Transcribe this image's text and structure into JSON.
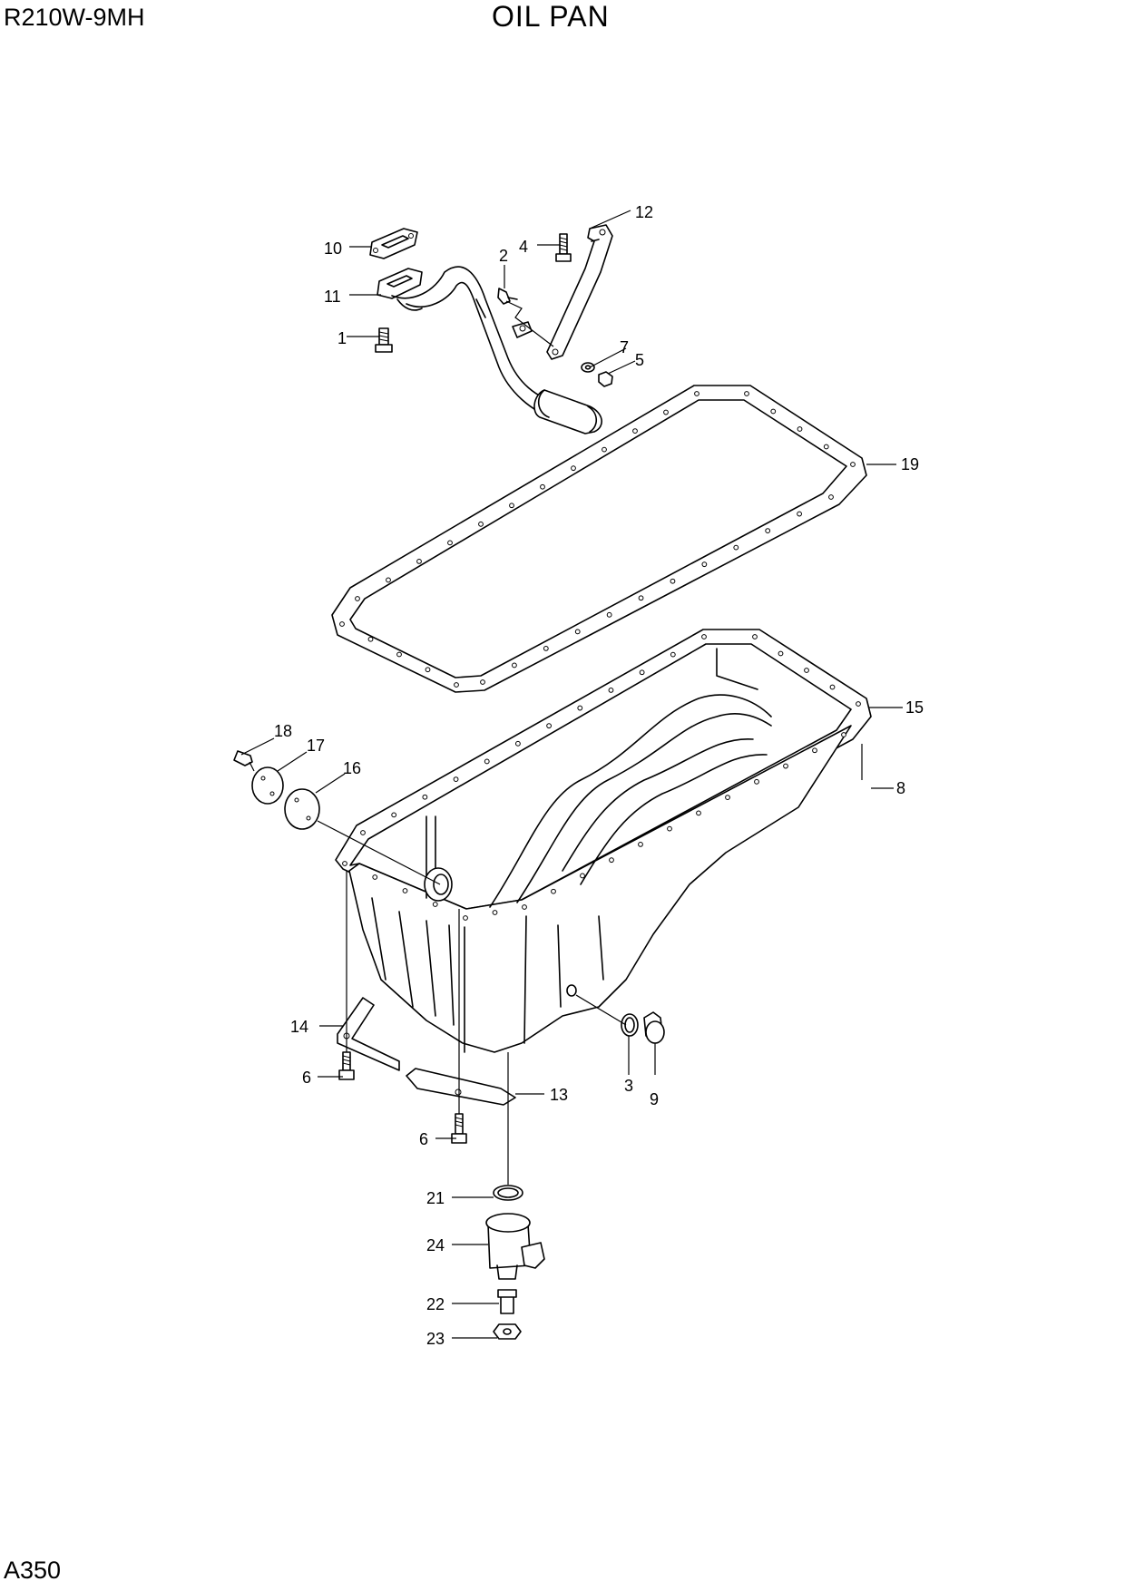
{
  "header": {
    "model": "R210W-9MH",
    "title": "OIL PAN"
  },
  "footer": {
    "page_code": "A350"
  },
  "callouts": [
    "1",
    "2",
    "3",
    "4",
    "5",
    "6",
    "6",
    "7",
    "8",
    "9",
    "10",
    "11",
    "12",
    "13",
    "14",
    "15",
    "16",
    "17",
    "18",
    "19",
    "21",
    "22",
    "23",
    "24"
  ]
}
